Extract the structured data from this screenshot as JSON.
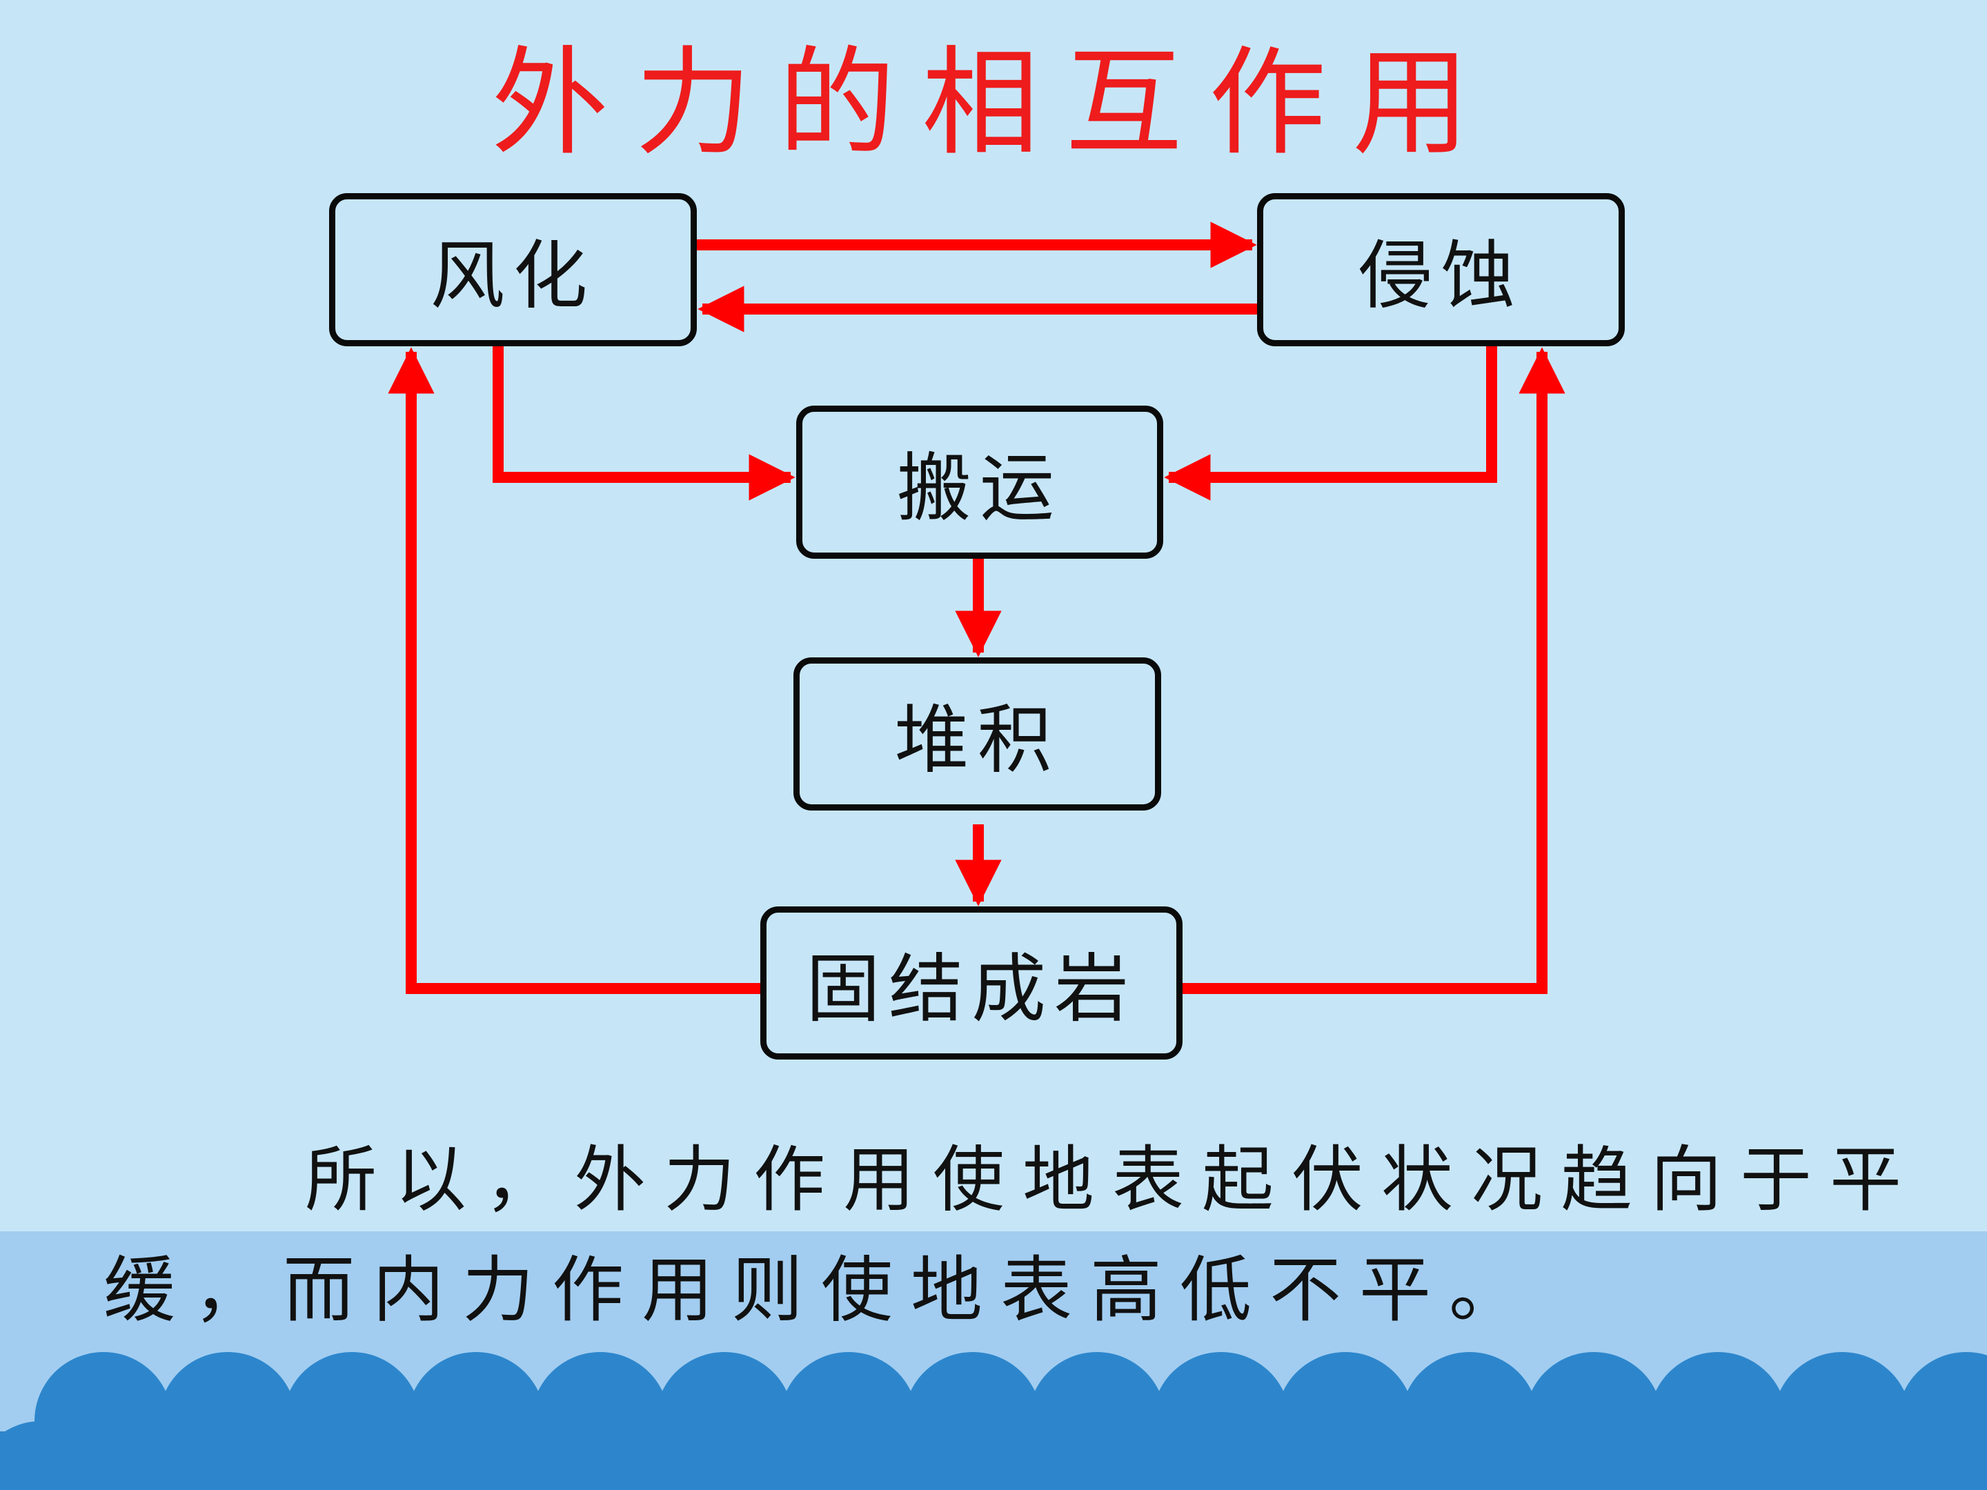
{
  "title": "外力的相互作用",
  "nodes": {
    "weathering": "风化",
    "erosion": "侵蚀",
    "transport": "搬运",
    "deposition": "堆积",
    "lithification": "固结成岩"
  },
  "summary": {
    "line1": "所以，外力作用使地表起伏状况趋向于平",
    "line2": "缓，而内力作用则使地表高低不平。"
  },
  "colors": {
    "background": "#c6e6f8",
    "footer_band": "#a2cdf0",
    "scallop": "#2d86cc",
    "arrow": "#ff0000",
    "title": "#ee1c1c"
  }
}
